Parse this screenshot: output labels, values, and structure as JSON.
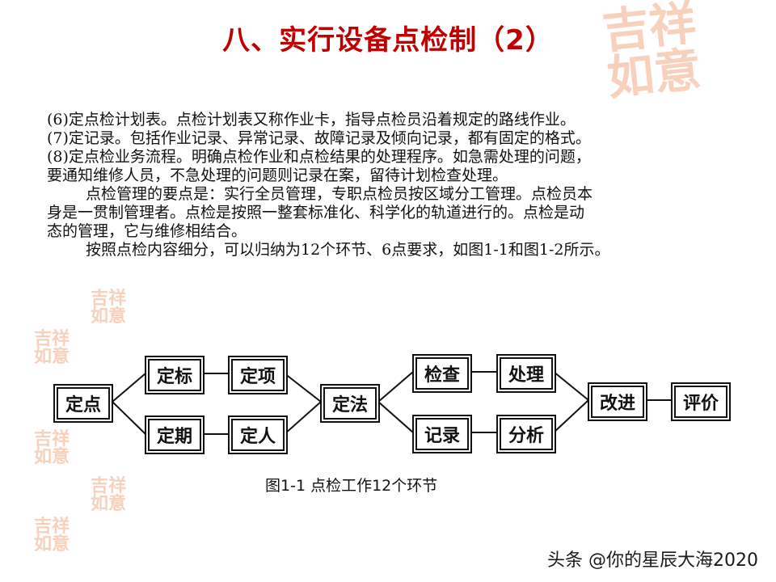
{
  "title": "八、实行设备点检制（2）",
  "paragraphs": [
    "(6)定点检计划表。点检计划表又称作业卡，指导点检员沿着规定的路线作业。",
    "(7)定记录。包括作业记录、异常记录、故障记录及倾向记录，都有固定的格式。",
    "(8)定点检业务流程。明确点检作业和点检结果的处理程序。如急需处理的问题，",
    "要通知维修人员，不急处理的问题则记录在案，留待计划检查处理。",
    "点检管理的要点是：实行全员管理，专职点检员按区域分工管理。点检员本",
    "身是一贯制管理者。点检是按照一整套标准化、科学化的轨道进行的。点检是动",
    "态的管理，它与维修相结合。",
    "按照点检内容细分，可以归纳为12个环节、6点要求，如图1-1和图1-2所示。"
  ],
  "diagram": {
    "nodes": {
      "dingdian": "定点",
      "dingbiao": "定标",
      "dingxiang": "定项",
      "dingqi": "定期",
      "dingren": "定人",
      "dingfa": "定法",
      "jiancha": "检查",
      "chuli": "处理",
      "jilu": "记录",
      "fenxi": "分析",
      "gaijin": "改进",
      "pingjia": "评价"
    },
    "caption": "图1-1 点检工作12个环节"
  },
  "watermark": "头条 @你的星辰大海2020"
}
